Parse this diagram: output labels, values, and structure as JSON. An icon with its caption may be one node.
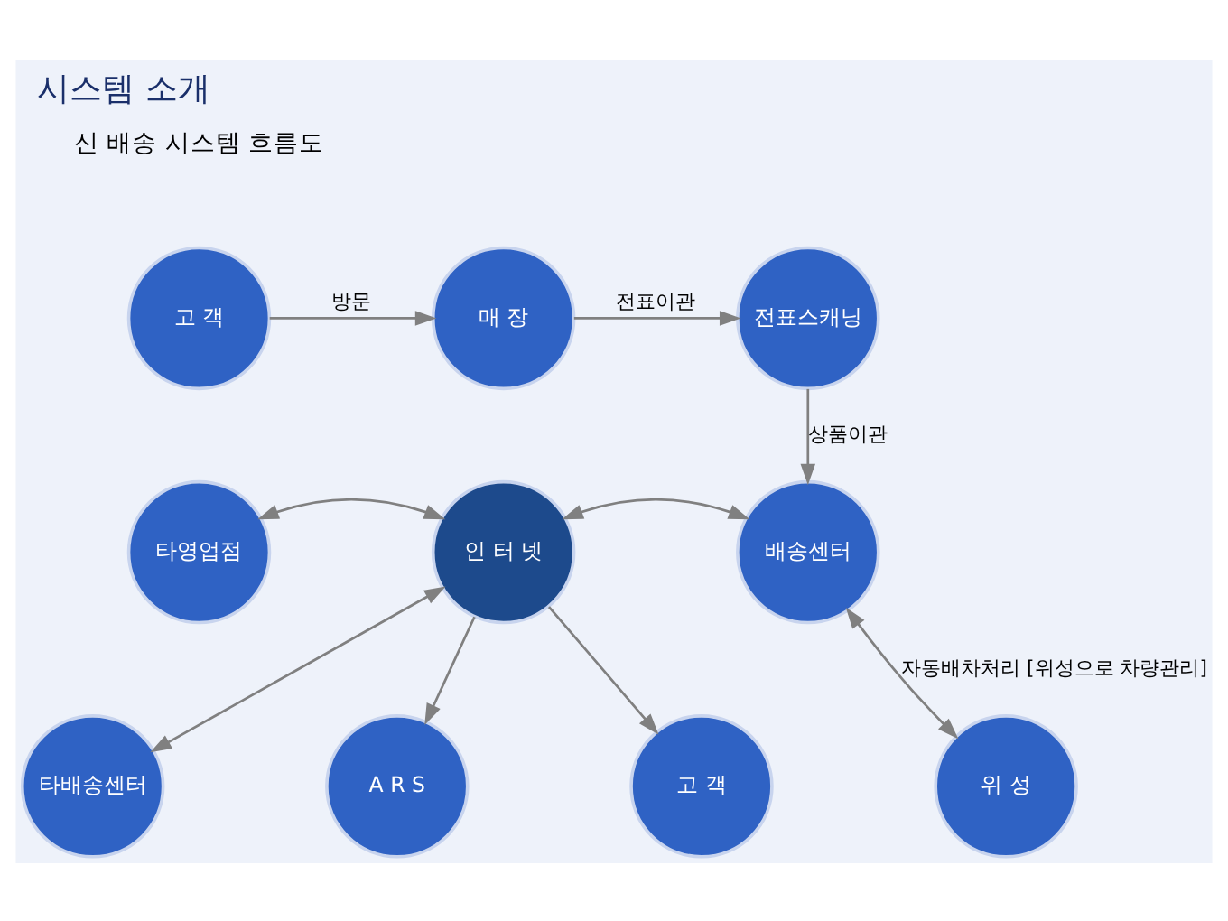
{
  "diagram": {
    "title": "시스템 소개",
    "nodes": [
      {
        "text": [
          "고 객"
        ]
      },
      {
        "text": [
          "매 장"
        ]
      },
      {
        "text": [
          "전표스캐닝"
        ]
      },
      {
        "text": [
          "타영업점"
        ]
      },
      {
        "text": [
          "인 터 넷"
        ]
      },
      {
        "text": [
          "배송센터"
        ]
      },
      {
        "text": [
          "타배송센터"
        ]
      },
      {
        "text": [
          "A R S"
        ]
      },
      {
        "text": [
          "고 객"
        ]
      },
      {
        "text": [
          "위 성"
        ]
      }
    ],
    "edges": [
      {
        "from": 0,
        "to": 1,
        "arrow": "to",
        "label": "방문"
      },
      {
        "from": 1,
        "to": 2,
        "arrow": "to",
        "label": "전표이관"
      },
      {
        "from": 2,
        "to": 5,
        "arrow": "to",
        "label": "상품이관"
      },
      {
        "from": 3,
        "to": 4,
        "arrow": "both"
      },
      {
        "from": 4,
        "to": 5,
        "arrow": "both"
      },
      {
        "from": 6,
        "to": 4,
        "arrow": "both"
      },
      {
        "from": 4,
        "to": 7,
        "arrow": "to"
      },
      {
        "from": 4,
        "to": 8,
        "arrow": "to"
      },
      {
        "from": 5,
        "to": 9,
        "arrow": "both",
        "label": "자동배차처리 [위성으로 차량관리]"
      }
    ],
    "labels": [
      "신 배송 시스템 흐름도"
    ]
  }
}
